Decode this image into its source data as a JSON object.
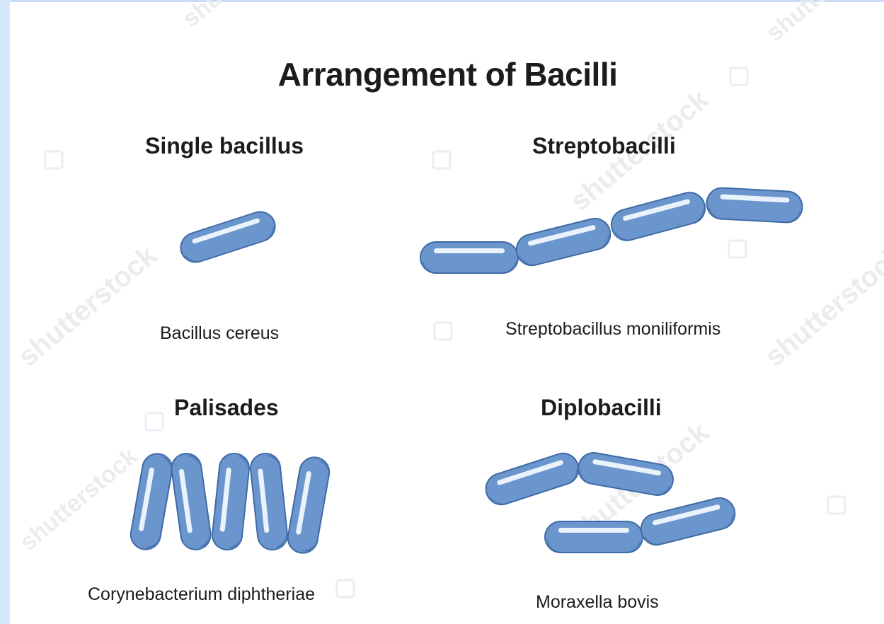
{
  "title": "Arrangement of Bacilli",
  "panels": [
    {
      "heading": "Single bacillus",
      "species": "Bacillus cereus"
    },
    {
      "heading": "Streptobacilli",
      "species": "Streptobacillus moniliformis"
    },
    {
      "heading": "Palisades",
      "species": "Corynebacterium diphtheriae"
    },
    {
      "heading": "Diplobacilli",
      "species": "Moraxella bovis"
    }
  ],
  "watermark": "shutterstock",
  "colors": {
    "bacterium_fill": "#6b96cd",
    "bacterium_shadow": "#4f7ab7",
    "bacterium_outline": "#3e6aa6",
    "bacterium_highlight": "#eaf2fc",
    "page_border": "#d6e6fb"
  }
}
